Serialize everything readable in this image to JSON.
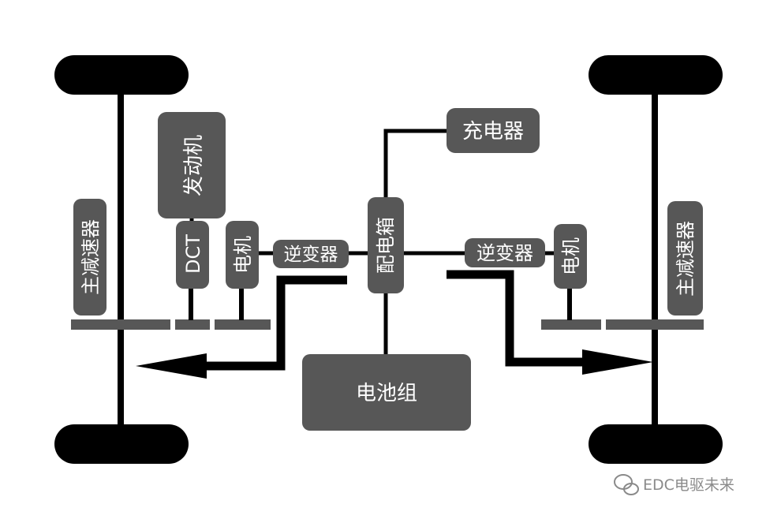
{
  "labels": {
    "charger": "充电器",
    "engine": "发动机",
    "dct": "DCT",
    "motor_front": "电机",
    "inverter_front": "逆变器",
    "distribution_box": "配电箱",
    "inverter_rear": "逆变器",
    "motor_rear": "电机",
    "reducer_front": "主减速器",
    "reducer_rear": "主减速器",
    "battery": "电池组"
  },
  "watermark": "EDC电驱未来"
}
